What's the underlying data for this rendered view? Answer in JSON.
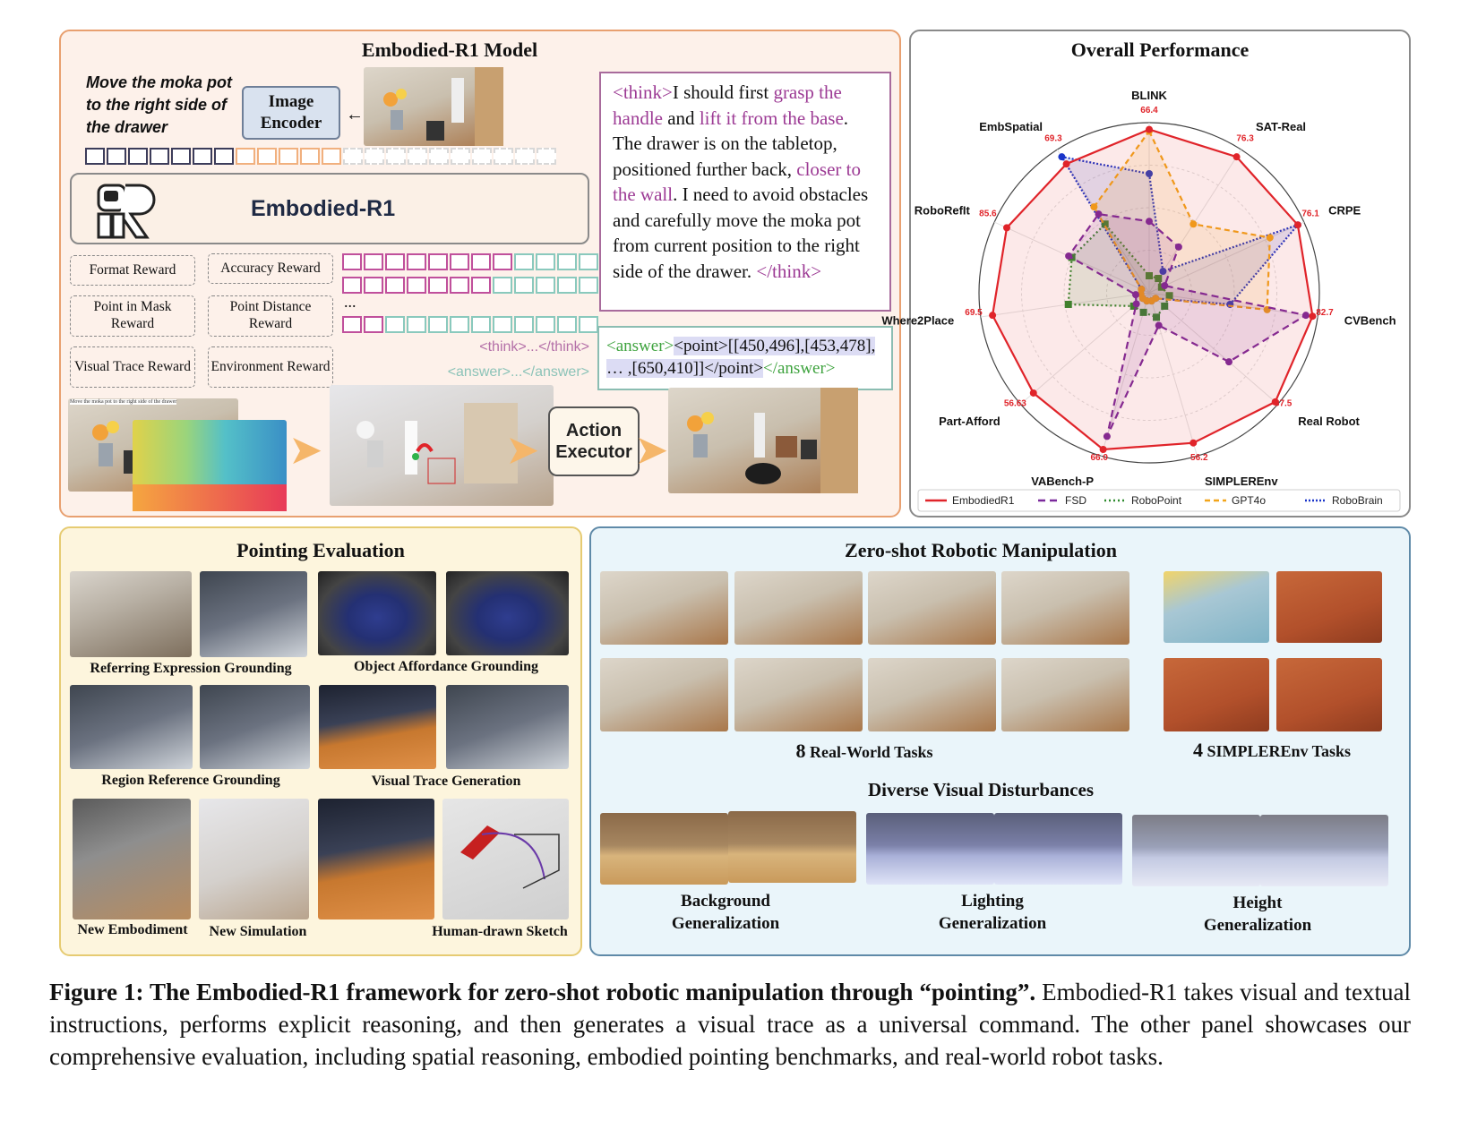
{
  "model_panel": {
    "title": "Embodied-R1 Model",
    "instruction": "Move the moka pot to the right side of the drawer",
    "image_encoder": "Image Encoder",
    "model_name": "Embodied-R1",
    "rewards": [
      "Format Reward",
      "Accuracy Reward",
      "Point in Mask Reward",
      "Point Distance Reward",
      "Visual Trace Reward",
      "Environment Reward"
    ],
    "ellipsis": "...",
    "think_tag_label": "<think>...</think>",
    "answer_tag_label": "<answer>...</answer>",
    "think_open": "<think>",
    "think_close": "</think>",
    "think_segments": [
      {
        "text": "I should first ",
        "hl": false
      },
      {
        "text": "grasp the handle",
        "hl": true
      },
      {
        "text": " and ",
        "hl": false
      },
      {
        "text": "lift it from the base",
        "hl": true
      },
      {
        "text": ". The drawer is on the tabletop, positioned further back, ",
        "hl": false
      },
      {
        "text": "closer to the wall",
        "hl": true
      },
      {
        "text": ". I need to avoid obstacles and carefully move the moka pot from current position to the right side of the drawer. ",
        "hl": false
      }
    ],
    "answer_open": "<answer>",
    "answer_point": "<point>[[450,496],[453,478], … ,[650,410]]</point>",
    "answer_close": "</answer>",
    "action_executor": "Action Executor",
    "small_instruction": "Move the moka pot to the right side of the drawer"
  },
  "perf_panel": {
    "title": "Overall Performance"
  },
  "chart_data": {
    "type": "radar",
    "title": "Overall Performance",
    "axes": [
      "BLINK",
      "SAT-Real",
      "CRPE",
      "CVBench",
      "Real Robot",
      "SIMPLEREnv",
      "VABench-P",
      "Part-Afford",
      "Where2Place",
      "RoboRefIt",
      "EmbSpatial"
    ],
    "axis_value_labels": [
      "66.4",
      "76.3",
      "76.1",
      "82.7",
      "87.5",
      "56.2",
      "66.0",
      "56.63",
      "69.5",
      "85.6",
      "69.3"
    ],
    "series": [
      {
        "name": "EmbodiedR1",
        "color": "#e0242a",
        "values": [
          0.96,
          0.95,
          0.96,
          0.97,
          0.98,
          0.92,
          0.96,
          0.9,
          0.93,
          0.92,
          0.9
        ]
      },
      {
        "name": "FSD",
        "color": "#7b2a9c",
        "values": [
          0.42,
          0.32,
          0.1,
          0.93,
          0.62,
          0.2,
          0.88,
          0.1,
          0.08,
          0.52,
          0.55
        ]
      },
      {
        "name": "RoboPoint",
        "color": "#2e8b2e",
        "values": [
          0.1,
          0.1,
          0.08,
          0.12,
          0.12,
          0.15,
          0.12,
          0.12,
          0.48,
          0.5,
          0.48
        ]
      },
      {
        "name": "GPT4o",
        "color": "#f2a51a",
        "values": [
          0.95,
          0.48,
          0.78,
          0.7,
          0.05,
          0.05,
          0.05,
          0.05,
          0.05,
          0.05,
          0.6
        ]
      },
      {
        "name": "RoboBrain",
        "color": "#1a35c9",
        "values": [
          0.7,
          0.15,
          0.96,
          0.48,
          0.05,
          0.05,
          0.05,
          0.05,
          0.05,
          0.05,
          0.95
        ]
      }
    ],
    "range": [
      0,
      1
    ],
    "grid": true,
    "legend_position": "bottom"
  },
  "pointing_panel": {
    "title": "Pointing Evaluation",
    "captions": [
      "Referring Expression Grounding",
      "Object Affordance Grounding",
      "Region Reference Grounding",
      "Visual Trace Generation",
      "New Embodiment",
      "New Simulation",
      "Human-drawn Sketch"
    ]
  },
  "zero_panel": {
    "title": "Zero-shot Robotic Manipulation",
    "real_count": "8",
    "real_label": " Real-World Tasks",
    "sim_count": "4",
    "sim_label": " SIMPLEREnv Tasks",
    "disturb_title": "Diverse Visual Disturbances",
    "disturb_captions": [
      [
        "Background",
        "Generalization"
      ],
      [
        "Lighting",
        "Generalization"
      ],
      [
        "Height",
        "Generalization"
      ]
    ]
  },
  "figure_caption": {
    "lead": "Figure 1: The Embodied-R1 framework for zero-shot robotic manipulation through “pointing”.",
    "body": " Embodied-R1 takes visual and textual instructions, performs explicit reasoning, and then generates a visual trace as a universal command. The other panel showcases our comprehensive evaluation, including spatial reasoning, embodied pointing benchmarks, and real-world robot tasks."
  }
}
